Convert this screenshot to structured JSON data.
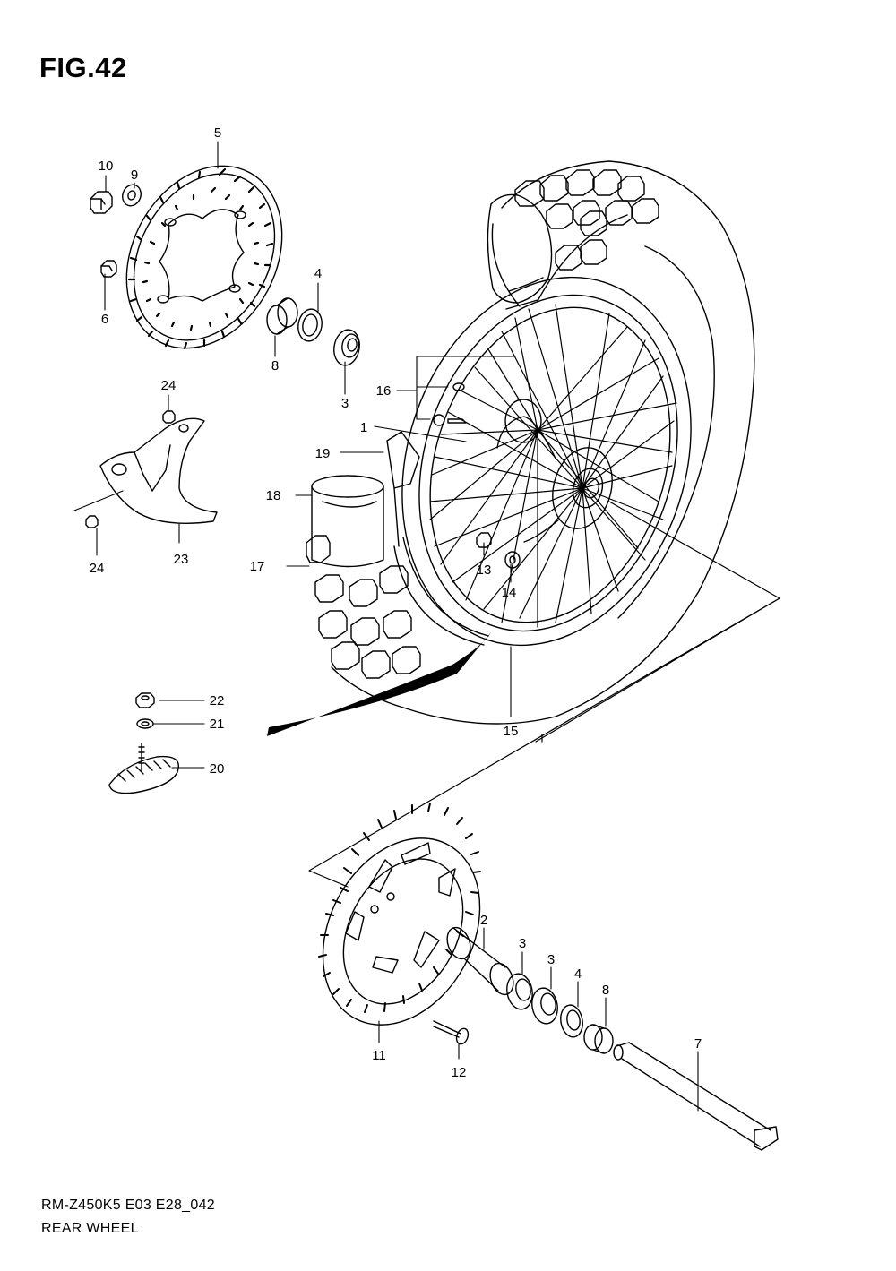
{
  "figure": {
    "title": "FIG.42"
  },
  "footer": {
    "model_code": "RM-Z450K5  E03  E28_042",
    "caption": "REAR WHEEL"
  },
  "callouts": {
    "c1": "1",
    "c2": "2",
    "c3a": "3",
    "c3b": "3",
    "c3c": "3",
    "c4a": "4",
    "c4b": "4",
    "c5": "5",
    "c6": "6",
    "c7": "7",
    "c8a": "8",
    "c8b": "8",
    "c9": "9",
    "c10": "10",
    "c11": "11",
    "c12": "12",
    "c13": "13",
    "c14": "14",
    "c15": "15",
    "c16": "16",
    "c17": "17",
    "c18": "18",
    "c19": "19",
    "c20": "20",
    "c21": "21",
    "c22": "22",
    "c23": "23",
    "c24a": "24",
    "c24b": "24"
  }
}
